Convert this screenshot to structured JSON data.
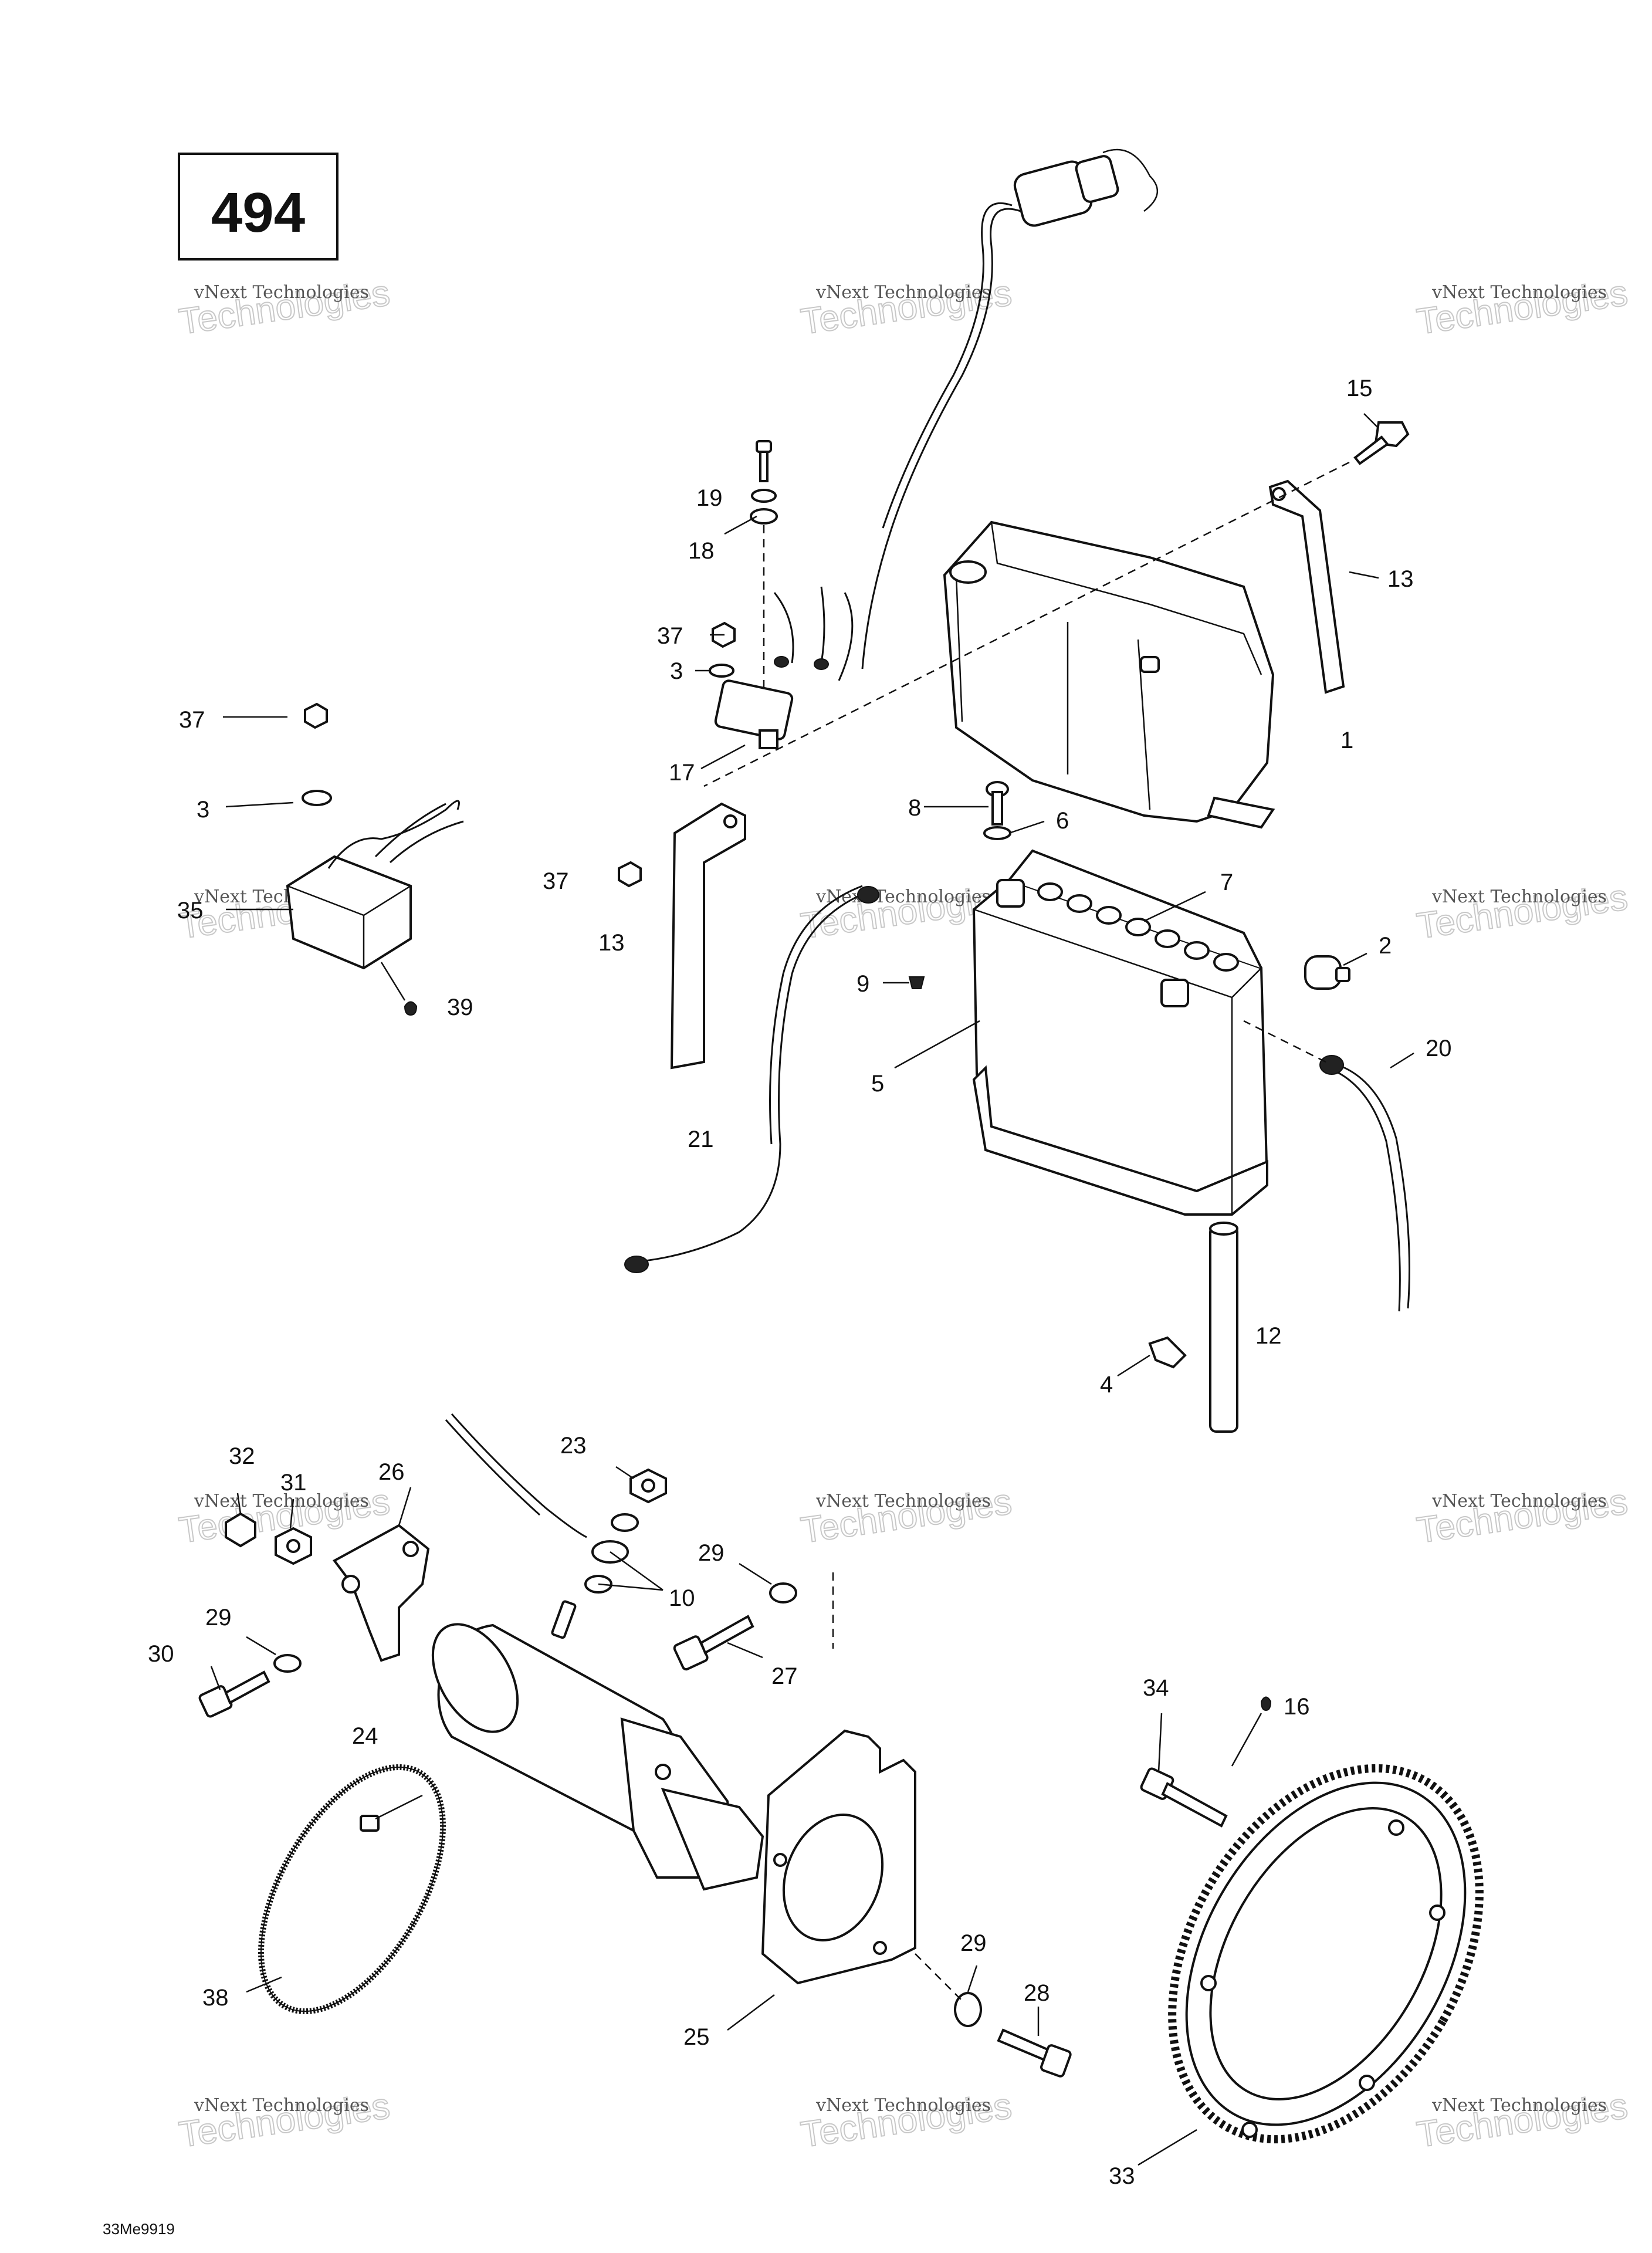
{
  "page_number": "494",
  "drawing_code": "33Me9919",
  "watermark": {
    "line1": "vNext Technologies",
    "line2": "Technologies"
  },
  "callouts": {
    "c1": "1",
    "c2": "2",
    "c3a": "3",
    "c3b": "3",
    "c4": "4",
    "c5": "5",
    "c6": "6",
    "c7": "7",
    "c8": "8",
    "c9": "9",
    "c10": "10",
    "c12": "12",
    "c13a": "13",
    "c13b": "13",
    "c15": "15",
    "c16": "16",
    "c17": "17",
    "c18": "18",
    "c19": "19",
    "c20": "20",
    "c21": "21",
    "c23": "23",
    "c24": "24",
    "c25": "25",
    "c26": "26",
    "c27": "27",
    "c28": "28",
    "c29a": "29",
    "c29b": "29",
    "c29c": "29",
    "c30": "30",
    "c31": "31",
    "c32": "32",
    "c33": "33",
    "c34": "34",
    "c35": "35",
    "c37a": "37",
    "c37b": "37",
    "c37c": "37",
    "c38": "38",
    "c39": "39"
  }
}
